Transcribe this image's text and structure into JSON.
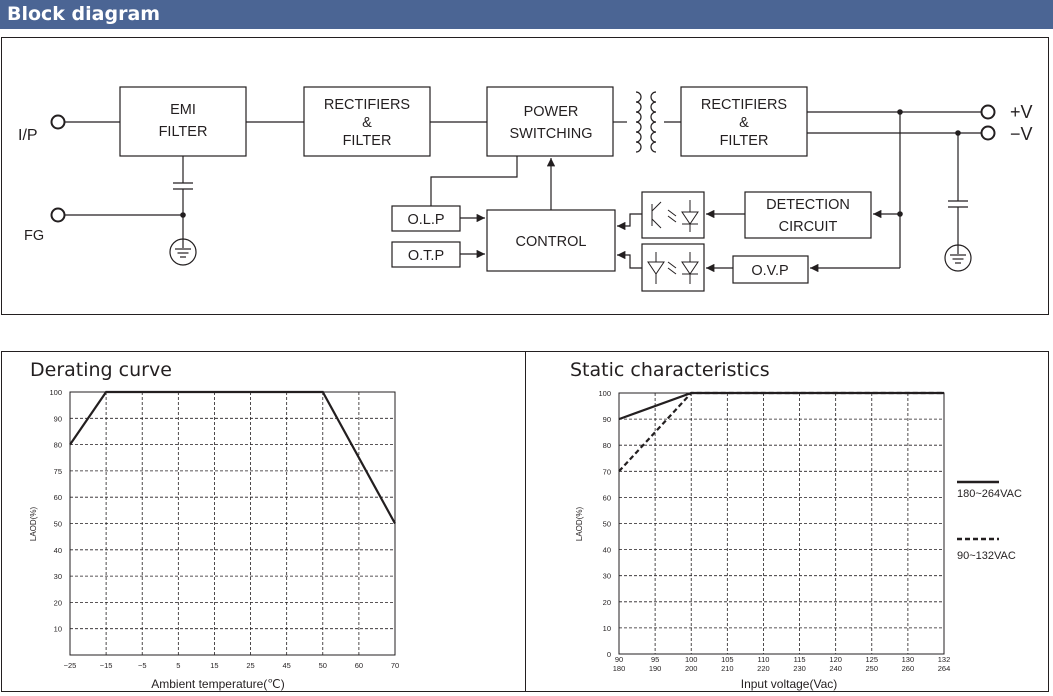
{
  "header": {
    "title": "Block diagram"
  },
  "diagram": {
    "terminals": {
      "input": "I/P",
      "fg": "FG",
      "pos_out": "+V",
      "neg_out": "−V"
    },
    "blocks": {
      "emi": [
        "EMI",
        "FILTER"
      ],
      "rect1": [
        "RECTIFIERS",
        "&",
        "FILTER"
      ],
      "power": [
        "POWER",
        "SWITCHING"
      ],
      "rect2": [
        "RECTIFIERS",
        "&",
        "FILTER"
      ],
      "detection": [
        "DETECTION",
        "CIRCUIT"
      ],
      "control": [
        "CONTROL"
      ],
      "olp": [
        "O.L.P"
      ],
      "otp": [
        "O.T.P"
      ],
      "ovp": [
        "O.V.P"
      ]
    }
  },
  "chart_data": [
    {
      "type": "line",
      "title": "Derating curve",
      "xlabel": "Ambient  temperature(℃)",
      "ylabel": "LAOD(%)",
      "x_ticks": [
        "−25",
        "−15",
        "−5",
        "5",
        "15",
        "25",
        "45",
        "50",
        "60",
        "70"
      ],
      "y_ticks": [
        "100",
        "90",
        "80",
        "75",
        "60",
        "50",
        "40",
        "30",
        "20",
        "10"
      ],
      "grid": true,
      "series": [
        {
          "points": [
            [
              0,
              80
            ],
            [
              1,
              100
            ],
            [
              7,
              100
            ],
            [
              9,
              50
            ]
          ],
          "style": "solid"
        }
      ]
    },
    {
      "type": "line",
      "title": "Static characteristics",
      "xlabel": "Input voltage(Vac)",
      "ylabel": "LAOD(%)",
      "x_ticks_top": [
        "90",
        "95",
        "100",
        "105",
        "110",
        "115",
        "120",
        "125",
        "130",
        "132"
      ],
      "x_ticks_bottom": [
        "180",
        "190",
        "200",
        "210",
        "220",
        "230",
        "240",
        "250",
        "260",
        "264"
      ],
      "y_ticks": [
        "100",
        "90",
        "80",
        "70",
        "60",
        "50",
        "40",
        "30",
        "20",
        "10",
        "0"
      ],
      "grid": true,
      "legend_position": "right",
      "series": [
        {
          "name": "180~264VAC",
          "style": "solid",
          "points": [
            [
              0,
              90
            ],
            [
              2,
              100
            ],
            [
              9,
              100
            ]
          ]
        },
        {
          "name": "90~132VAC",
          "style": "dashed",
          "points": [
            [
              0,
              70
            ],
            [
              2,
              100
            ],
            [
              9,
              100
            ]
          ]
        }
      ]
    }
  ]
}
